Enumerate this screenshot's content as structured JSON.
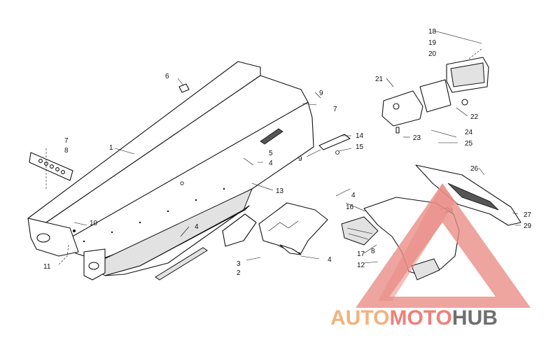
{
  "callouts": [
    "1",
    "2",
    "3",
    "4",
    "5",
    "6",
    "7",
    "8",
    "9",
    "10",
    "11",
    "12",
    "13",
    "14",
    "15",
    "16",
    "17",
    "18",
    "19",
    "20",
    "21",
    "22",
    "23",
    "24",
    "25",
    "26",
    "27",
    "28",
    "29"
  ],
  "watermark": {
    "part1": "AUTO",
    "part2": "MOTO",
    "part3": "HUB"
  },
  "colors": {
    "watermark_triangle": "#e98a84",
    "watermark_auto": "#f2b27c",
    "watermark_moto": "#ee8077",
    "watermark_hub": "#6f6f6f"
  }
}
